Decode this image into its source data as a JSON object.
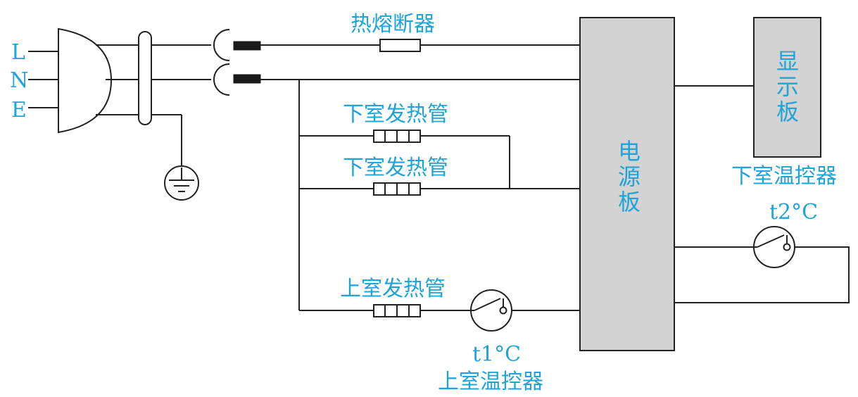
{
  "labels": {
    "live": "L",
    "neutral": "N",
    "earth": "E",
    "fuse": "热熔断器",
    "lower_heater_1": "下室发热管",
    "lower_heater_2": "下室发热管",
    "upper_heater": "上室发热管",
    "power_board": [
      "电",
      "源",
      "板"
    ],
    "display_board": [
      "显",
      "示",
      "板"
    ],
    "lower_thermostat": "下室温控器",
    "upper_thermostat": "上室温控器",
    "t1": "t1°C",
    "t2": "t2°C"
  },
  "colors": {
    "label": "#1fa3d8",
    "wire": "#222222",
    "board_fill": "#d3d3d3"
  }
}
